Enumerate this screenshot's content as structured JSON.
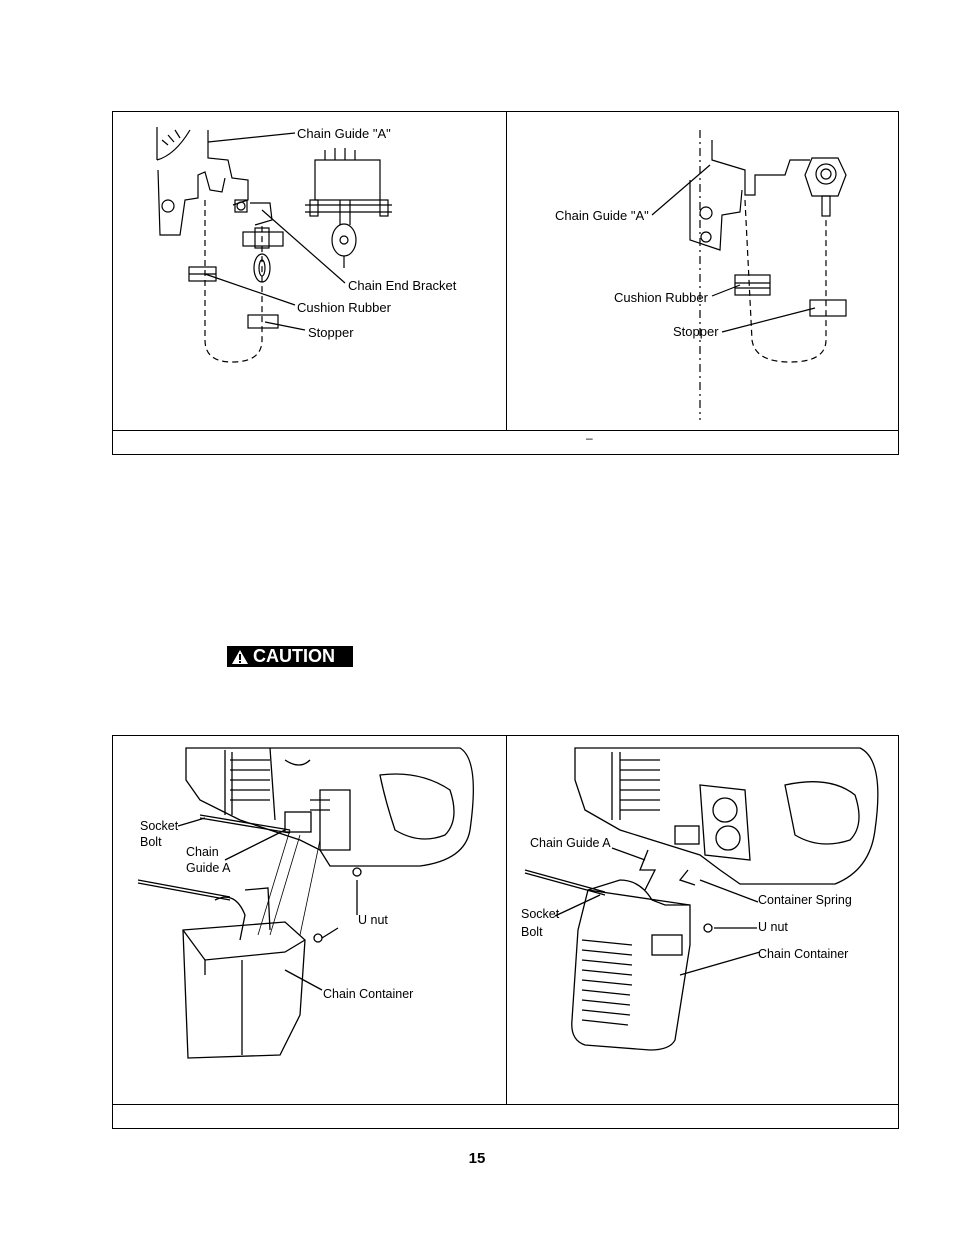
{
  "figure1": {
    "left_labels": {
      "chain_guide_a": "Chain Guide \"A\"",
      "chain_end_bracket": "Chain End Bracket",
      "cushion_rubber": "Cushion Rubber",
      "stopper": "Stopper"
    },
    "right_labels": {
      "chain_guide_a": "Chain Guide \"A\"",
      "cushion_rubber": "Cushion Rubber",
      "stopper": "Stopper"
    },
    "caption": "–"
  },
  "caution": {
    "label": "CAUTION"
  },
  "figure2": {
    "left_labels": {
      "socket": "Socket",
      "bolt": "Bolt",
      "chain": "Chain",
      "guide_a": "Guide A",
      "u_nut": "U nut",
      "chain_container": "Chain Container"
    },
    "right_labels": {
      "chain_guide_a": "Chain Guide A",
      "container_spring": "Container Spring",
      "socket": "Socket",
      "bolt": "Bolt",
      "u_nut": "U nut",
      "chain_container": "Chain Container"
    },
    "caption": ""
  },
  "page_number": "15"
}
